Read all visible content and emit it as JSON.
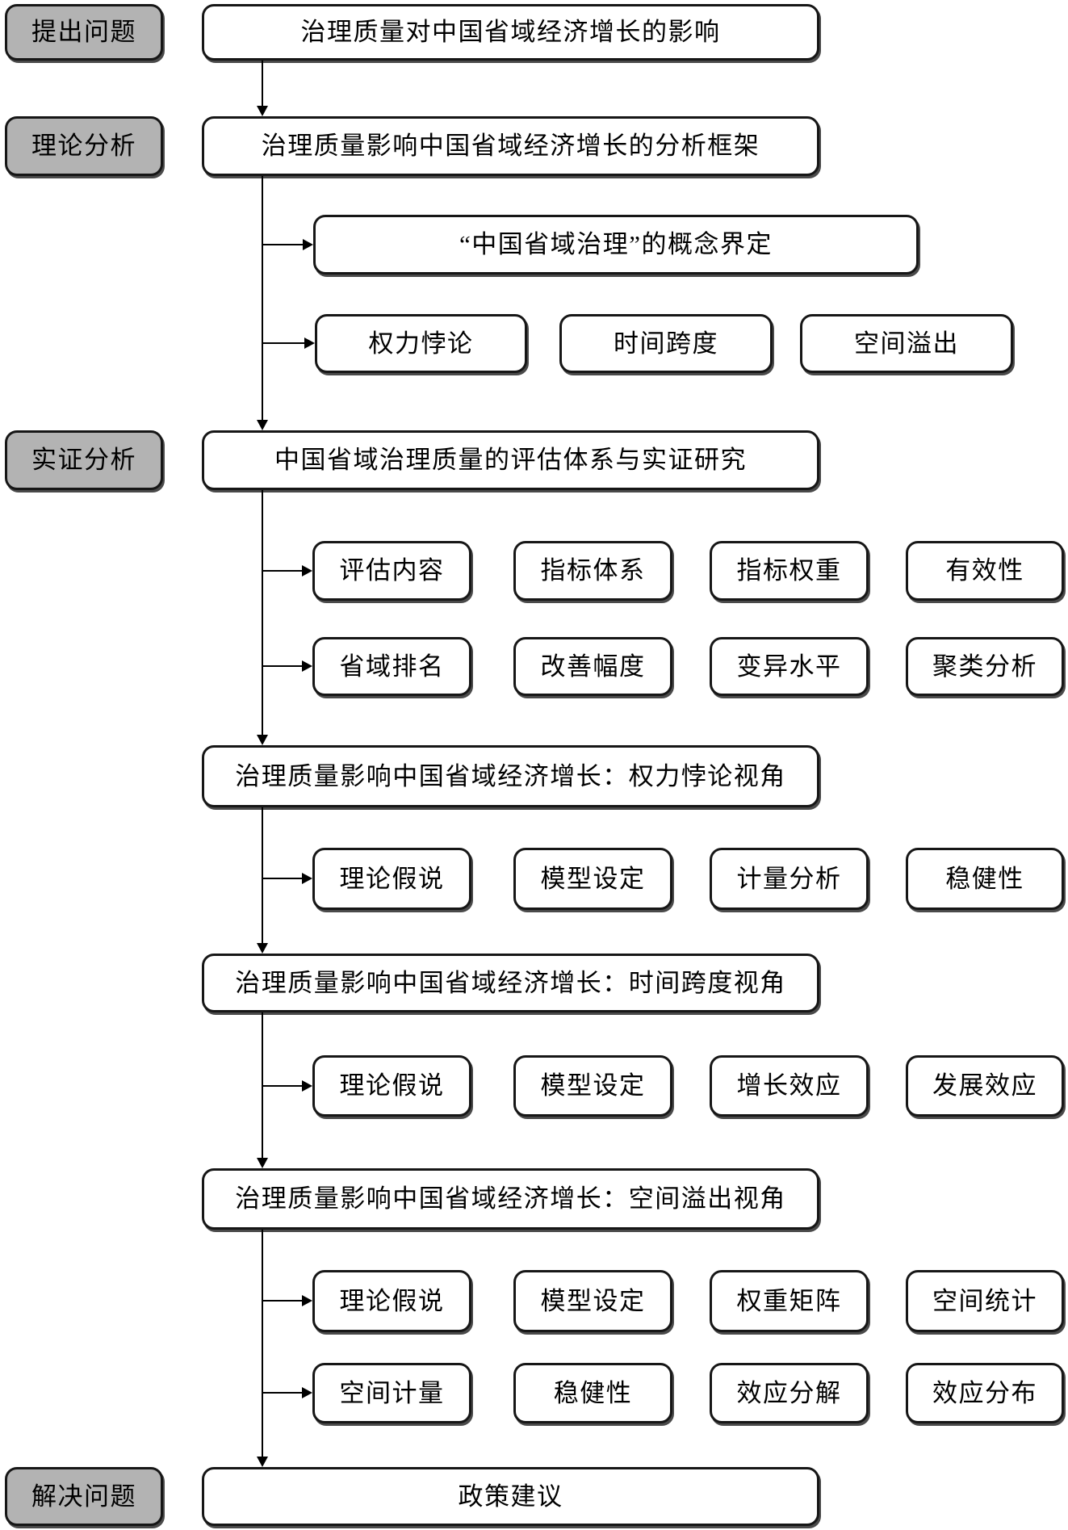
{
  "stages": {
    "raise_problem": "提出问题",
    "theory": "理论分析",
    "empirical": "实证分析",
    "solve": "解决问题"
  },
  "flow": {
    "research_question": "治理质量对中国省域经济增长的影响",
    "framework": "治理质量影响中国省域经济增长的分析框架",
    "concept": "“中国省域治理”的概念界定",
    "mechanisms": [
      "权力悖论",
      "时间跨度",
      "空间溢出"
    ],
    "evaluation": "中国省域治理质量的评估体系与实证研究",
    "evaluation_row1": [
      "评估内容",
      "指标体系",
      "指标权重",
      "有效性"
    ],
    "evaluation_row2": [
      "省域排名",
      "改善幅度",
      "变异水平",
      "聚类分析"
    ],
    "power": "治理质量影响中国省域经济增长：权力悖论视角",
    "power_row": [
      "理论假说",
      "模型设定",
      "计量分析",
      "稳健性"
    ],
    "time": "治理质量影响中国省域经济增长：时间跨度视角",
    "time_row": [
      "理论假说",
      "模型设定",
      "增长效应",
      "发展效应"
    ],
    "space": "治理质量影响中国省域经济增长：空间溢出视角",
    "space_row1": [
      "理论假说",
      "模型设定",
      "权重矩阵",
      "空间统计"
    ],
    "space_row2": [
      "空间计量",
      "稳健性",
      "效应分解",
      "效应分布"
    ],
    "policy": "政策建议"
  },
  "colors": {
    "stage_fill": "#b3b3b3",
    "node_fill": "#ffffff",
    "line": "#000000"
  }
}
